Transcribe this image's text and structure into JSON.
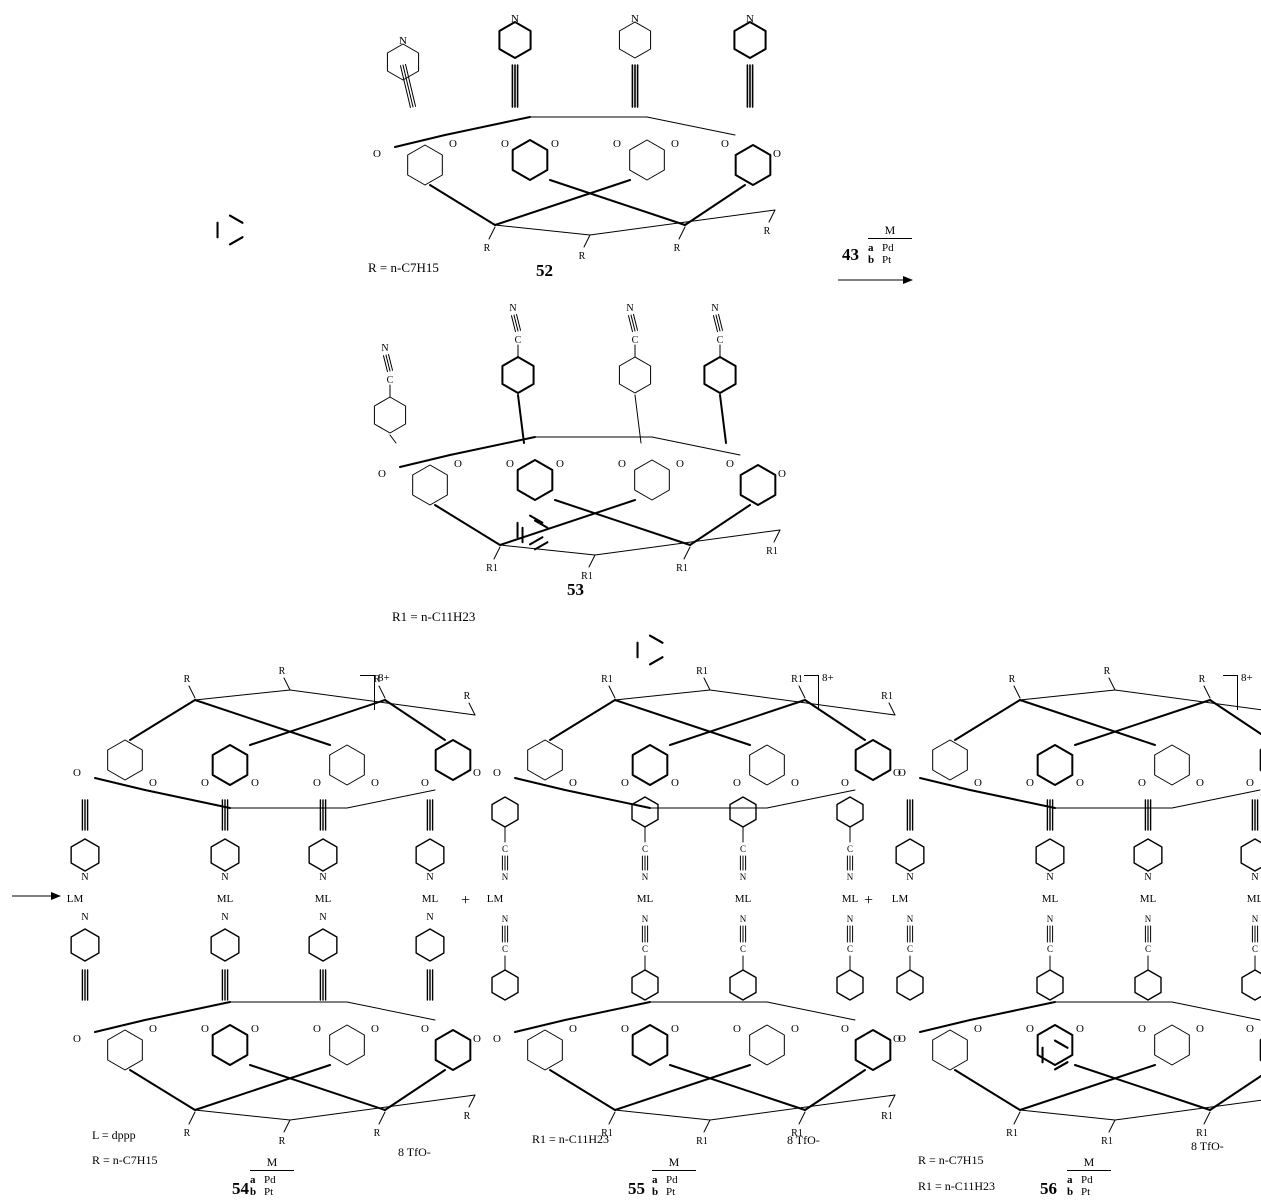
{
  "compounds": {
    "c52": {
      "number": "52",
      "r_def": "R = n-C7H15"
    },
    "c53": {
      "number": "53",
      "r_def": "R1 = n-C11H23"
    },
    "c54": {
      "number": "54",
      "l_def": "L = dppp",
      "r_def": "R = n-C7H15",
      "counterion": "8 TfO-",
      "charge": "8+"
    },
    "c55": {
      "number": "55",
      "r_def": "R1 = n-C11H23",
      "counterion": "8 TfO-",
      "charge": "8+"
    },
    "c56": {
      "number": "56",
      "r_def": "R = n-C7H15",
      "r1_def": "R1 = n-C11H23",
      "counterion": "8 TfO-",
      "charge": "8+"
    }
  },
  "reagent": {
    "number": "43",
    "header": "M",
    "rows": [
      {
        "key": "a",
        "metal": "Pd"
      },
      {
        "key": "b",
        "metal": "Pt"
      }
    ]
  },
  "atom_labels": {
    "n": "N",
    "o": "O",
    "c": "C",
    "r": "R",
    "r1": "R1",
    "ml": "ML",
    "lm": "LM",
    "plus": "+"
  }
}
